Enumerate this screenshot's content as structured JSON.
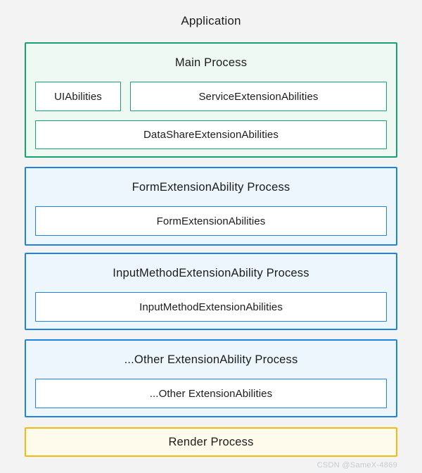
{
  "page": {
    "title": "Application",
    "watermark": "CSDN @SameX-4869"
  },
  "colors": {
    "canvas_bg": "#f3f3f3",
    "green_border": "#17a274",
    "green_bg": "#eef9f3",
    "blue_border": "#2082e2",
    "blue_bg": "#edf6fd",
    "yellow_border": "#f6b912",
    "yellow_bg": "#fffbec",
    "text": "#1c1c1c",
    "watermark_text": "#c7cbd1"
  },
  "diagram": {
    "application_label": "Application",
    "main_process": {
      "title": "Main Process",
      "row1": [
        "UIAbilities",
        "ServiceExtensionAbilities"
      ],
      "row2": [
        "DataShareExtensionAbilities"
      ]
    },
    "processes": [
      {
        "title": "FormExtensionAbility Process",
        "child": "FormExtensionAbilities"
      },
      {
        "title": "InputMethodExtensionAbility Process",
        "child": "InputMethodExtensionAbilities"
      },
      {
        "title": "...Other ExtensionAbility Process",
        "child": "...Other ExtensionAbilities"
      }
    ],
    "render_process": "Render Process"
  }
}
